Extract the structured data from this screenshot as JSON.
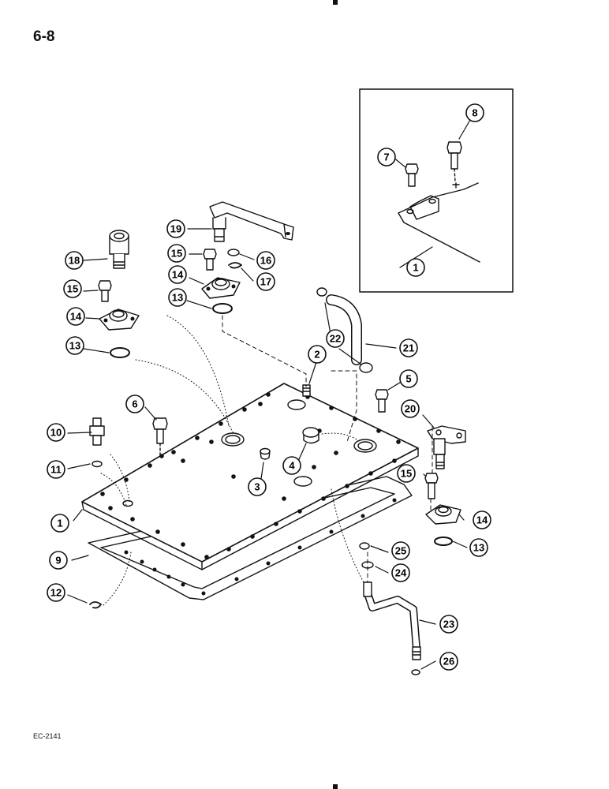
{
  "page_number": "6-8",
  "figure_code": "EC-2141",
  "callouts": [
    "1",
    "2",
    "3",
    "4",
    "5",
    "6",
    "7",
    "8",
    "9",
    "10",
    "11",
    "12",
    "13",
    "14",
    "15",
    "16",
    "17",
    "18",
    "19",
    "20",
    "21",
    "22",
    "23",
    "24",
    "25",
    "26"
  ],
  "callout_list": [
    {
      "id": "c1a",
      "label": "1"
    },
    {
      "id": "c1b",
      "label": "1"
    },
    {
      "id": "c2",
      "label": "2"
    },
    {
      "id": "c3",
      "label": "3"
    },
    {
      "id": "c4",
      "label": "4"
    },
    {
      "id": "c5",
      "label": "5"
    },
    {
      "id": "c6",
      "label": "6"
    },
    {
      "id": "c7",
      "label": "7"
    },
    {
      "id": "c8",
      "label": "8"
    },
    {
      "id": "c9",
      "label": "9"
    },
    {
      "id": "c10",
      "label": "10"
    },
    {
      "id": "c11",
      "label": "11"
    },
    {
      "id": "c12",
      "label": "12"
    },
    {
      "id": "c13a",
      "label": "13"
    },
    {
      "id": "c13b",
      "label": "13"
    },
    {
      "id": "c13c",
      "label": "13"
    },
    {
      "id": "c14a",
      "label": "14"
    },
    {
      "id": "c14b",
      "label": "14"
    },
    {
      "id": "c14c",
      "label": "14"
    },
    {
      "id": "c15a",
      "label": "15"
    },
    {
      "id": "c15b",
      "label": "15"
    },
    {
      "id": "c15c",
      "label": "15"
    },
    {
      "id": "c16",
      "label": "16"
    },
    {
      "id": "c17",
      "label": "17"
    },
    {
      "id": "c18",
      "label": "18"
    },
    {
      "id": "c19",
      "label": "19"
    },
    {
      "id": "c20",
      "label": "20"
    },
    {
      "id": "c21",
      "label": "21"
    },
    {
      "id": "c22",
      "label": "22"
    },
    {
      "id": "c23",
      "label": "23"
    },
    {
      "id": "c24",
      "label": "24"
    },
    {
      "id": "c25",
      "label": "25"
    },
    {
      "id": "c26",
      "label": "26"
    }
  ]
}
